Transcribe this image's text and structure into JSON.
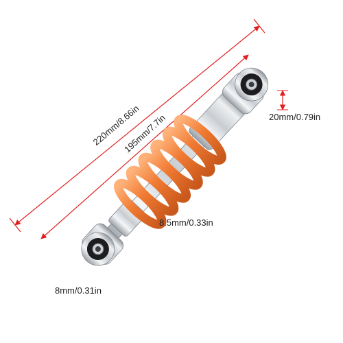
{
  "product": {
    "name": "rear shock absorber",
    "spring_color": "#f07a32",
    "body_color": "#cfd3d8"
  },
  "annotation_color": "#e02020",
  "dimensions": {
    "overall_length": "220mm/8.66in",
    "eye_to_eye_length": "195mm/7.7in",
    "eye_width": "20mm/0.79in",
    "spring_wire": "8.5mm/0.33in",
    "bushing_bore": "8mm/0.31in"
  }
}
